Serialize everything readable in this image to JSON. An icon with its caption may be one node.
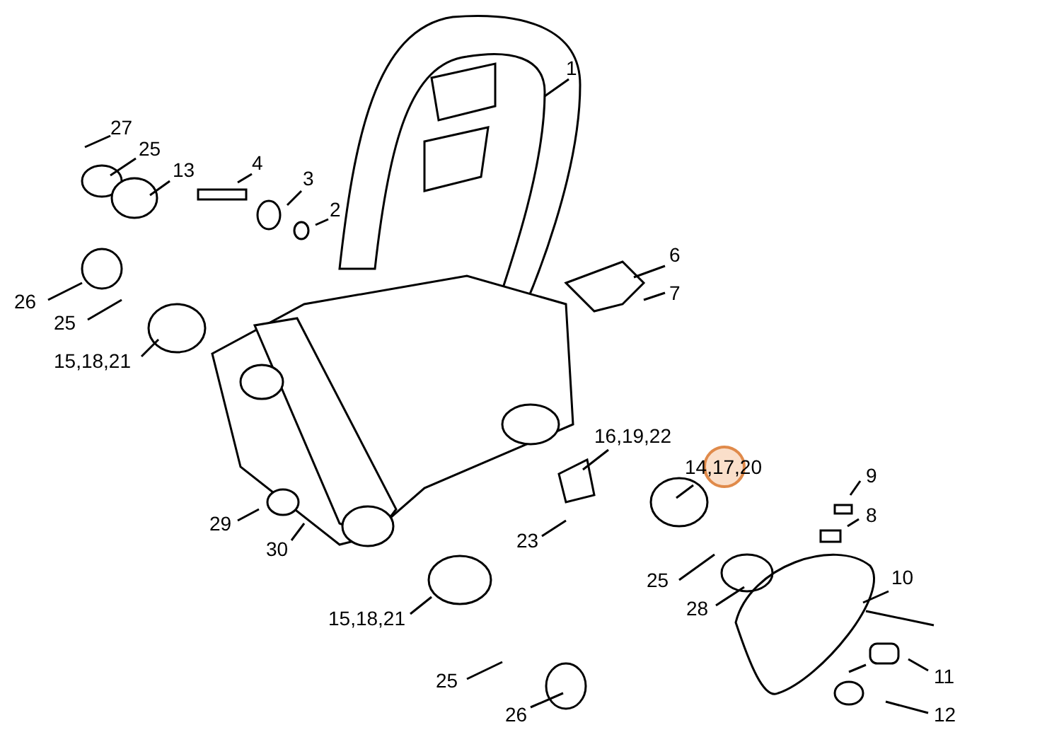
{
  "diagram": {
    "nodes": [
      {
        "text": [
          "1"
        ]
      },
      {
        "text": [
          "27"
        ]
      },
      {
        "text": [
          "25"
        ]
      },
      {
        "text": [
          "13"
        ]
      },
      {
        "text": [
          "4"
        ]
      },
      {
        "text": [
          "3"
        ]
      },
      {
        "text": [
          "2"
        ]
      },
      {
        "text": [
          "26"
        ]
      },
      {
        "text": [
          "25"
        ]
      },
      {
        "text": [
          "15,18,21"
        ]
      },
      {
        "text": [
          "6"
        ]
      },
      {
        "text": [
          "7"
        ]
      },
      {
        "text": [
          "16,19,22"
        ]
      },
      {
        "text": [
          "14,17,20"
        ]
      },
      {
        "text": [
          "9"
        ]
      },
      {
        "text": [
          "8"
        ]
      },
      {
        "text": [
          "29"
        ]
      },
      {
        "text": [
          "30"
        ]
      },
      {
        "text": [
          "23"
        ]
      },
      {
        "text": [
          "25"
        ]
      },
      {
        "text": [
          "10"
        ]
      },
      {
        "text": [
          "28"
        ]
      },
      {
        "text": [
          "15,18,21"
        ]
      },
      {
        "text": [
          "25"
        ]
      },
      {
        "text": [
          "26"
        ]
      },
      {
        "text": [
          "11"
        ]
      },
      {
        "text": [
          "12"
        ]
      }
    ],
    "edges": [
      {
        "from": 0,
        "to": null,
        "arrow": "none"
      },
      {
        "from": 1,
        "to": null,
        "arrow": "none"
      },
      {
        "from": 2,
        "to": null,
        "arrow": "none"
      },
      {
        "from": 3,
        "to": null,
        "arrow": "none"
      },
      {
        "from": 4,
        "to": null,
        "arrow": "none"
      },
      {
        "from": 5,
        "to": null,
        "arrow": "none"
      },
      {
        "from": 6,
        "to": null,
        "arrow": "none"
      },
      {
        "from": 7,
        "to": null,
        "arrow": "none"
      },
      {
        "from": 8,
        "to": null,
        "arrow": "none"
      },
      {
        "from": 9,
        "to": null,
        "arrow": "none"
      },
      {
        "from": 10,
        "to": null,
        "arrow": "none"
      },
      {
        "from": 11,
        "to": null,
        "arrow": "none"
      },
      {
        "from": 12,
        "to": null,
        "arrow": "none"
      },
      {
        "from": 13,
        "to": null,
        "arrow": "none"
      },
      {
        "from": 14,
        "to": null,
        "arrow": "none"
      },
      {
        "from": 15,
        "to": null,
        "arrow": "none"
      },
      {
        "from": 16,
        "to": null,
        "arrow": "none"
      },
      {
        "from": 17,
        "to": null,
        "arrow": "none"
      },
      {
        "from": 18,
        "to": null,
        "arrow": "none"
      },
      {
        "from": 19,
        "to": null,
        "arrow": "none"
      },
      {
        "from": 20,
        "to": null,
        "arrow": "none"
      },
      {
        "from": 21,
        "to": null,
        "arrow": "none"
      },
      {
        "from": 22,
        "to": null,
        "arrow": "none"
      },
      {
        "from": 23,
        "to": null,
        "arrow": "none"
      },
      {
        "from": 24,
        "to": null,
        "arrow": "none"
      },
      {
        "from": 25,
        "to": null,
        "arrow": "none"
      },
      {
        "from": 26,
        "to": null,
        "arrow": "none"
      }
    ]
  }
}
